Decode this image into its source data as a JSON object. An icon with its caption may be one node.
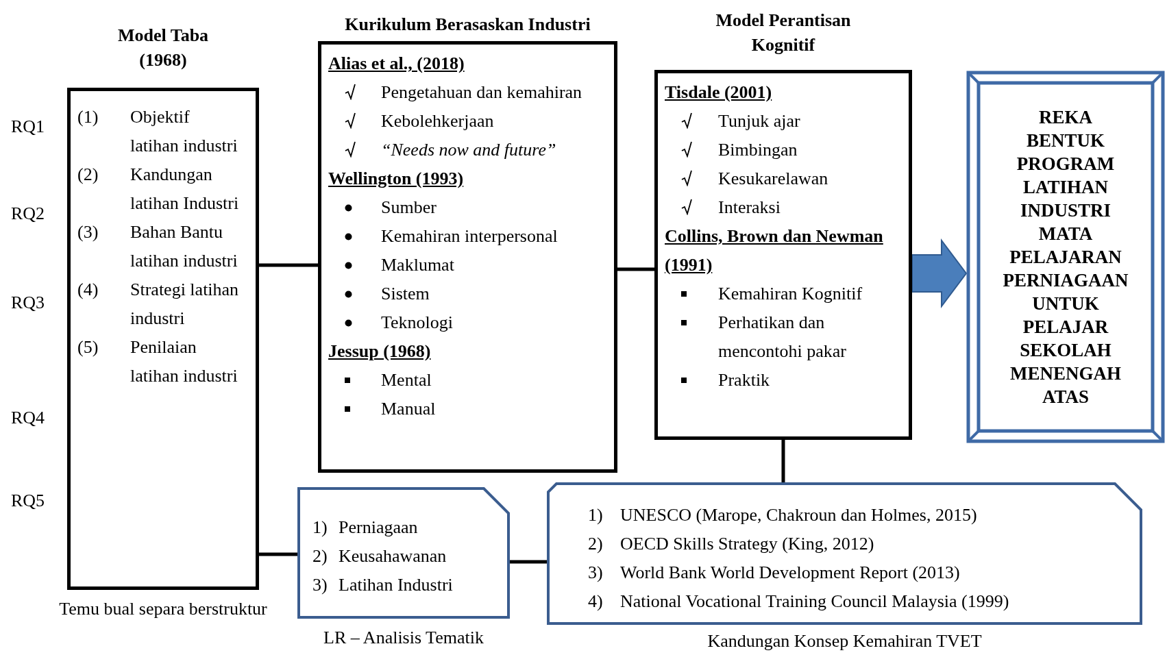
{
  "diagram": {
    "nodes": [
      {
        "text": [
          "Model Taba (1968)",
          "(1)",
          "Objektif latihan industri",
          "(2)",
          "Kandungan latihan Industri",
          "(3)",
          "Bahan Bantu latihan industri",
          "(4)",
          "Strategi latihan industri",
          "(5)",
          "Penilaian latihan industri"
        ],
        "beside": [
          "Temu bual separa berstruktur"
        ]
      },
      {
        "text": [
          "Kurikulum Berasaskan Industri",
          "Alias et al., (2018)",
          "Pengetahuan dan kemahiran",
          "Kebolehkerjaan",
          "“Needs now and future”",
          "Wellington (1993)",
          "Sumber",
          "Kemahiran interpersonal",
          "Maklumat",
          "Sistem",
          "Teknologi",
          "Jessup (1968)",
          "Mental",
          "Manual"
        ]
      },
      {
        "text": [
          "Model Perantisan Kognitif",
          "Tisdale (2001)",
          "Tunjuk ajar",
          "Bimbingan",
          "Kesukarelawan",
          "Interaksi",
          "Collins, Brown dan Newman (1991)",
          "Kemahiran Kognitif",
          "Perhatikan dan mencontohi pakar",
          "Praktik"
        ]
      },
      {
        "text": [
          "REKA BENTUK PROGRAM LATIHAN INDUSTRI MATA PELAJARAN PERNIAGAAN UNTUK PELAJAR SEKOLAH MENENGAH ATAS"
        ]
      },
      {
        "text": [
          "1)",
          "Perniagaan",
          "2)",
          "Keusahawanan",
          "3)",
          "Latihan Industri"
        ],
        "beside": [
          "LR – Analisis Tematik"
        ]
      },
      {
        "text": [
          "1)",
          "UNESCO (Marope, Chakroun dan Holmes, 2015)",
          "2)",
          "OECD Skills Strategy (King, 2012)",
          "3)",
          "World Bank World Development Report (2013)",
          "4)",
          "National Vocational Training Council Malaysia (1999)"
        ],
        "beside": [
          "Kandungan Konsep Kemahiran TVET"
        ]
      }
    ],
    "edges": [
      {
        "from": 0,
        "to": 1,
        "arrow": "none"
      },
      {
        "from": 1,
        "to": 2,
        "arrow": "none"
      },
      {
        "from": 2,
        "to": 3,
        "arrow": "to",
        "style": "thick",
        "color": "#4a7ebb"
      },
      {
        "from": 0,
        "to": 4,
        "arrow": "none"
      },
      {
        "from": 4,
        "to": 5,
        "arrow": "none"
      },
      {
        "from": 2,
        "to": 5,
        "arrow": "none"
      }
    ],
    "labels": [
      "RQ1",
      "RQ2",
      "RQ3",
      "RQ4",
      "RQ5"
    ]
  }
}
